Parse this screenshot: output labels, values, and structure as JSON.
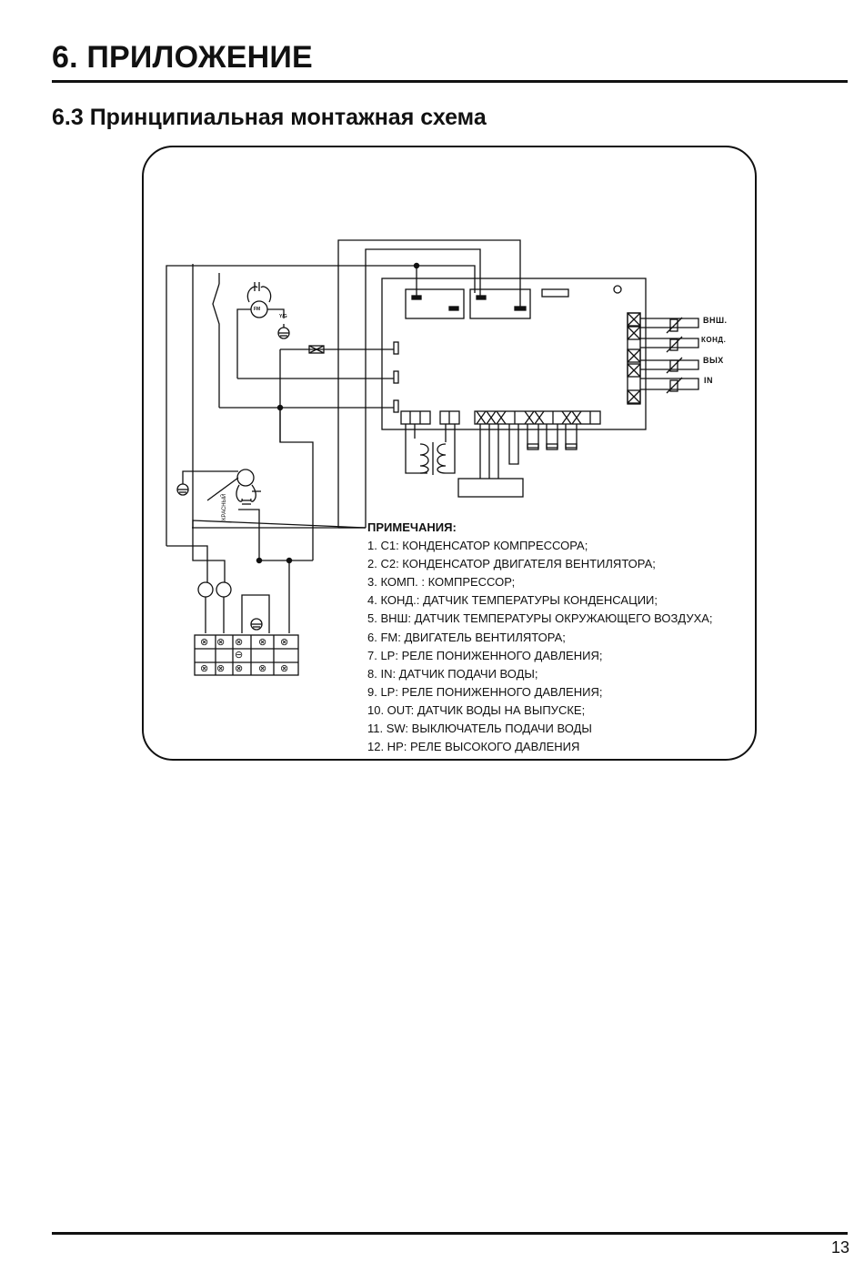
{
  "header": {
    "title": "6. ПРИЛОЖЕНИЕ",
    "subtitle": "6.3 Принципиальная монтажная схема"
  },
  "diagram": {
    "sensor_labels": [
      "ВНШ.",
      "КОНД.",
      "ВЫХ",
      "IN"
    ],
    "fan_motor_label": "FM",
    "ground_wire_label": "Y/G",
    "wire_color_label": "КРАСНЫЙ"
  },
  "notes": {
    "title": "ПРИМЕЧАНИЯ:",
    "items": [
      "1. C1: КОНДЕНСАТОР КОМПРЕССОРА;",
      "2. C2: КОНДЕНСАТОР ДВИГАТЕЛЯ ВЕНТИЛЯТОРА;",
      "3. КОМП. : КОМПРЕССОР;",
      "4. КОНД.: ДАТЧИК ТЕМПЕРАТУРЫ КОНДЕНСАЦИИ;",
      "5. ВНШ: ДАТЧИК ТЕМПЕРАТУРЫ ОКРУЖАЮЩЕГО ВОЗДУХА;",
      "6. FM: ДВИГАТЕЛЬ ВЕНТИЛЯТОРА;",
      "7. LP: РЕЛЕ ПОНИЖЕННОГО ДАВЛЕНИЯ;",
      "8. IN: ДАТЧИК ПОДАЧИ ВОДЫ;",
      "9. LP: РЕЛЕ ПОНИЖЕННОГО ДАВЛЕНИЯ;",
      "10. OUT: ДАТЧИК ВОДЫ НА ВЫПУСКЕ;",
      "11. SW: ВЫКЛЮЧАТЕЛЬ ПОДАЧИ ВОДЫ",
      "12. HP: РЕЛЕ ВЫСОКОГО ДАВЛЕНИЯ"
    ]
  },
  "footer": {
    "page_number": "13"
  }
}
